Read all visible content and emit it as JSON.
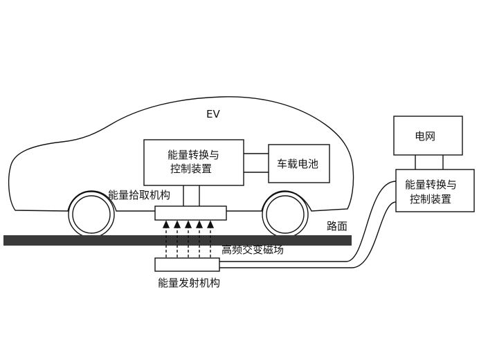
{
  "labels": {
    "ev": "EV",
    "grid": "电网",
    "vehicle_converter_line1": "能量转换与",
    "vehicle_converter_line2": "控制装置",
    "battery": "车载电池",
    "pickup": "能量拾取机构",
    "road": "路面",
    "field": "高频交变磁场",
    "transmitter": "能量发射机构",
    "ground_converter_line1": "能量转换与",
    "ground_converter_line2": "控制装置"
  },
  "colors": {
    "line": "#111111",
    "road": "#3a3a3a",
    "background": "#ffffff"
  }
}
